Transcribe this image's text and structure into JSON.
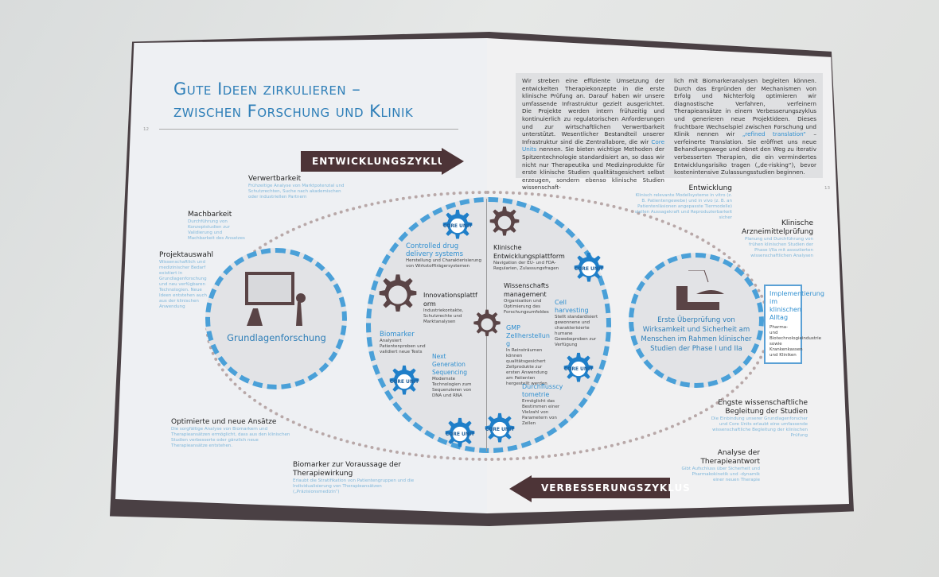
{
  "title": {
    "line1": "Gute Ideen zirkulieren –",
    "line2": "zwischen Forschung und Klinik"
  },
  "page_numbers": {
    "left": "12",
    "right": "13"
  },
  "arrows": {
    "top": "ENTWICKLUNGSZYKLUS",
    "bottom": "VERBESSERUNGSZYKLUS"
  },
  "intro": {
    "col1_a": "Wir streben eine effiziente Umsetzung der entwickelten Therapiekonzepte in die erste klinische Prüfung an. Darauf haben wir unsere umfassende Infrastruktur gezielt ausgerichtet. Die Projekte werden intern frühzeitig und kontinuierlich zu regulatorischen Anforderungen und zur wirtschaftlichen Verwertbarkeit unterstützt. Wesentlicher Bestandteil unserer Infrastruktur sind die Zentrallabore, die wir ",
    "col1_hl": "Core Units",
    "col1_b": " nennen. Sie bieten wichtige Methoden der Spitzentechnologie standardisiert an, so dass wir nicht nur Therapeutika und Medizinprodukte für erste klinische Studien qualitätsgesichert selbst erzeugen, sondern ebenso klinische Studien wissenschaft-",
    "col2_a": "lich mit Biomarkeranalysen begleiten können. Durch das Ergründen der Mechanismen von Erfolg und Nichterfolg optimieren wir diagnostische Verfahren, verfeinern Therapieansätze in einem Verbesserungszyklus und generieren neue Projektideen. Dieses fruchtbare Wechselspiel zwischen Forschung und Klinik nennen wir ",
    "col2_hl": "„refined translation“",
    "col2_b": " – verfeinerte Translation. Sie eröffnet uns neue Behandlungswege und ebnet den Weg zu iterativ verbesserten Therapien, die ein vermindertes Entwicklungsrisiko tragen („de-risking“), bevor kostenintensive Zulassungsstudien beginnen."
  },
  "left_labels": [
    {
      "title": "Verwertbarkeit",
      "text": "Frühzeitige Analyse von Marktpotenzial und Schutzrechten, Suche nach akademischen oder industriellen Partnern"
    },
    {
      "title": "Machbarkeit",
      "text": "Durchführung von Konzeptstudien zur Validierung und Machbarkeit des Ansatzes"
    },
    {
      "title": "Projektauswahl",
      "text": "Wissenschaftlich und medizinischer Bedarf existiert in Grundlagenforschung und neu verfügbaren Technologien. Neue Ideen entstehen auch aus der klinischen Anwendung"
    },
    {
      "title": "Optimierte und neue Ansätze",
      "text": "Die sorgfältige Analyse von Biomarkern und Therapieansätzen ermöglicht, dass aus den klinischen Studien verbesserte oder gänzlich neue Therapieansätze entstehen."
    },
    {
      "title": "Biomarker zur Voraussage der Therapiewirkung",
      "text": "Erlaubt die Stratifikation von Patientengruppen und die Individualisierung von Therapieansätzen („Präzisionsmedizin“)"
    }
  ],
  "right_labels": [
    {
      "title": "Entwicklung",
      "text": "Klinisch relevante Modellsysteme in vitro (z. B. Patientengewebe) und in vivo (z. B. an Patientenläsionen angepasste Tiermodelle) stellen Aussagekraft und Reproduzierbarkeit sicher"
    },
    {
      "title": "Klinische Arzneimittelprüfung",
      "text": "Planung und Durchführung von frühen klinischen Studien der Phase I/IIa mit assoziierten wissenschaftlichen Analysen"
    },
    {
      "title": "Engste wissenschaftliche Begleitung der Studien",
      "text": "Die Einbindung unserer Grundlagenforscher und Core Units erlaubt eine umfassende wissenschaftliche Begleitung der klinischen Prüfung"
    },
    {
      "title": "Analyse der Therapieantwort",
      "text": "Gibt Aufschluss über Sicherheit und Pharmakokinetik und -dynamik einer neuen Therapie"
    }
  ],
  "left_circle": "Grundlagenforschung",
  "right_circle": "Erste Überprüfung von Wirksamkeit und Sicherheit am Menschen im Rahmen klinischer Studien der Phase I und IIa",
  "implementation": {
    "title": "Implementierung im klinischen Alltag",
    "text": "Pharma- und Biotechnologieindustrie sowie Krankenkassen und Kliniken"
  },
  "core_unit_label": "CORE UNIT",
  "center_items": [
    {
      "title": "Controlled drug delivery systems",
      "text": "Herstellung und Charakterisierung von Wirkstoffträgersystemen"
    },
    {
      "title": "Innovationsplattform",
      "text": "Industriekontakte, Schutzrechte und Marktanalysen"
    },
    {
      "title": "Biomarker",
      "text": "Analysiert Patientenproben und validiert neue Tests"
    },
    {
      "title": "Next Generation Sequencing",
      "text": "Modernste Technologien zum Sequenzieren von DNA und RNA"
    },
    {
      "title": "Klinische Entwicklungsplattform",
      "text": "Navigation der EU- und FDA-Regularien, Zulassungsfragen"
    },
    {
      "title": "Wissenschaftsmanagement",
      "text": "Organisation und Optimierung des Forschungsumfeldes"
    },
    {
      "title": "Cell harvesting",
      "text": "Stellt standardisiert gewonnene und charakterisierte humane Gewebeproben zur Verfügung"
    },
    {
      "title": "GMP Zellherstellung",
      "text": "In Reinsträumen können qualitätsgesichert Zellprodukte zur ersten Anwendung am Patienten hergestellt werden"
    },
    {
      "title": "Durchflusscytometrie",
      "text": "Ermöglicht das Bestimmen einer Vielzahl von Parametern von Zellen"
    }
  ],
  "colors": {
    "blue": "#2f8fd0",
    "brown": "#4d3437",
    "gear": "#5a4446"
  }
}
